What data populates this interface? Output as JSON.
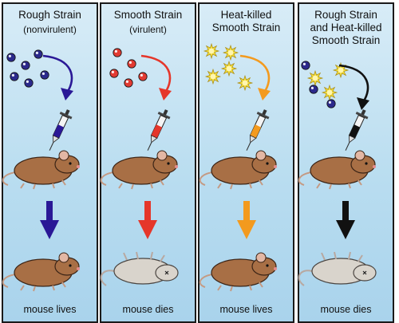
{
  "panels": [
    {
      "title": "Rough Strain",
      "subtitle": "(nonvirulent)",
      "outcome": "mouse lives",
      "color": "#2a1896",
      "fate": "alive",
      "bacteria": "rough"
    },
    {
      "title": "Smooth Strain",
      "subtitle": "(virulent)",
      "outcome": "mouse dies",
      "color": "#e5362a",
      "fate": "dead",
      "bacteria": "smooth"
    },
    {
      "title": "Heat-killed\nSmooth Strain",
      "subtitle": "",
      "outcome": "mouse lives",
      "color": "#f39a1e",
      "fate": "alive",
      "bacteria": "heat-killed"
    },
    {
      "title": "Rough Strain\nand Heat-killed\nSmooth Strain",
      "subtitle": "",
      "outcome": "mouse dies",
      "color": "#111111",
      "fate": "dead",
      "bacteria": "mixed"
    }
  ],
  "colors": {
    "panel_border": "#1a1a1a",
    "rough_bacteria": "#2c2a8c",
    "smooth_bacteria": "#e23b32",
    "heat_killed": "#f2dc3a",
    "mouse_alive": "#a86f45",
    "mouse_dead": "#d9d4cc"
  }
}
